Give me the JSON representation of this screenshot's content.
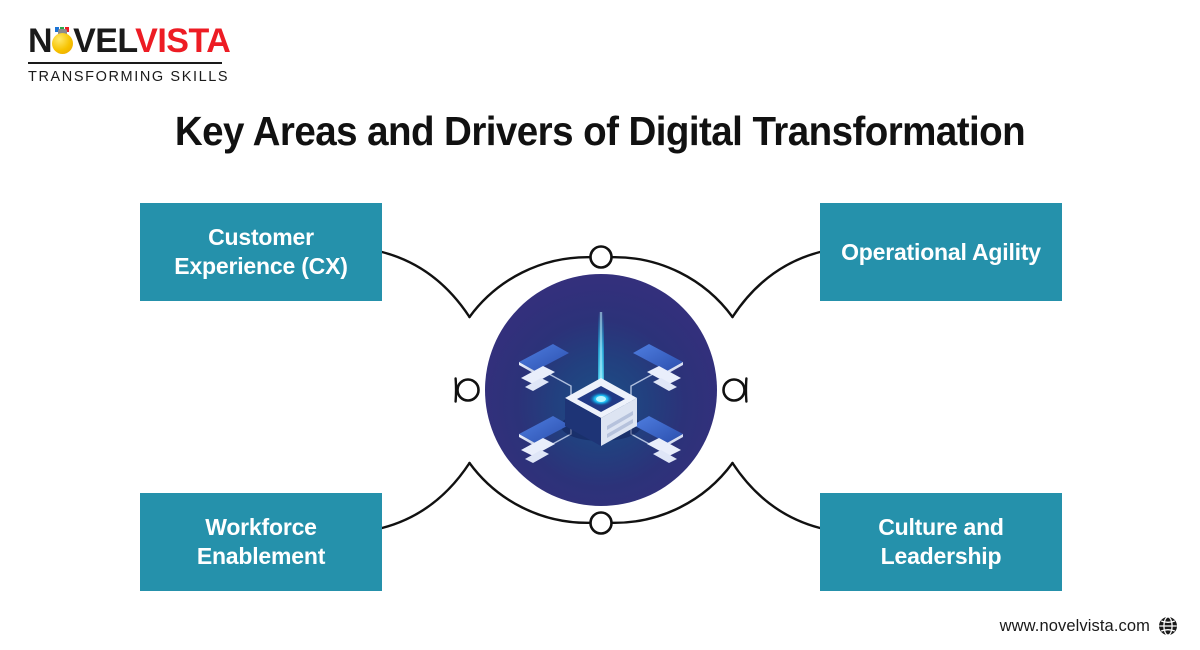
{
  "brand": {
    "logo_text_primary": "NOVEL",
    "logo_text_secondary": "VISTA",
    "logo_tagline": "TRANSFORMING SKILLS",
    "primary_color": "#ed1c24",
    "text_color": "#1a1a1a",
    "bulb_color": "#f7c300"
  },
  "header": {
    "title": "Key Areas and Drivers of Digital Transformation"
  },
  "diagram": {
    "accent_color": "#2591ab",
    "circle_colors": {
      "core": "#1d4e86",
      "edge": "#383081",
      "beam": "#00d3f5"
    },
    "center": {
      "illustration_name": "isometric-network-server",
      "node_count": 4
    },
    "boxes": [
      {
        "id": "cx",
        "label": "Customer Experience (CX)",
        "position": "top-left"
      },
      {
        "id": "oa",
        "label": "Operational Agility",
        "position": "top-right"
      },
      {
        "id": "we",
        "label": "Workforce Enablement",
        "position": "bottom-left"
      },
      {
        "id": "cl",
        "label": "Culture and Leadership",
        "position": "bottom-right"
      }
    ]
  },
  "footer": {
    "url": "www.novelvista.com",
    "icon": "globe-icon"
  }
}
